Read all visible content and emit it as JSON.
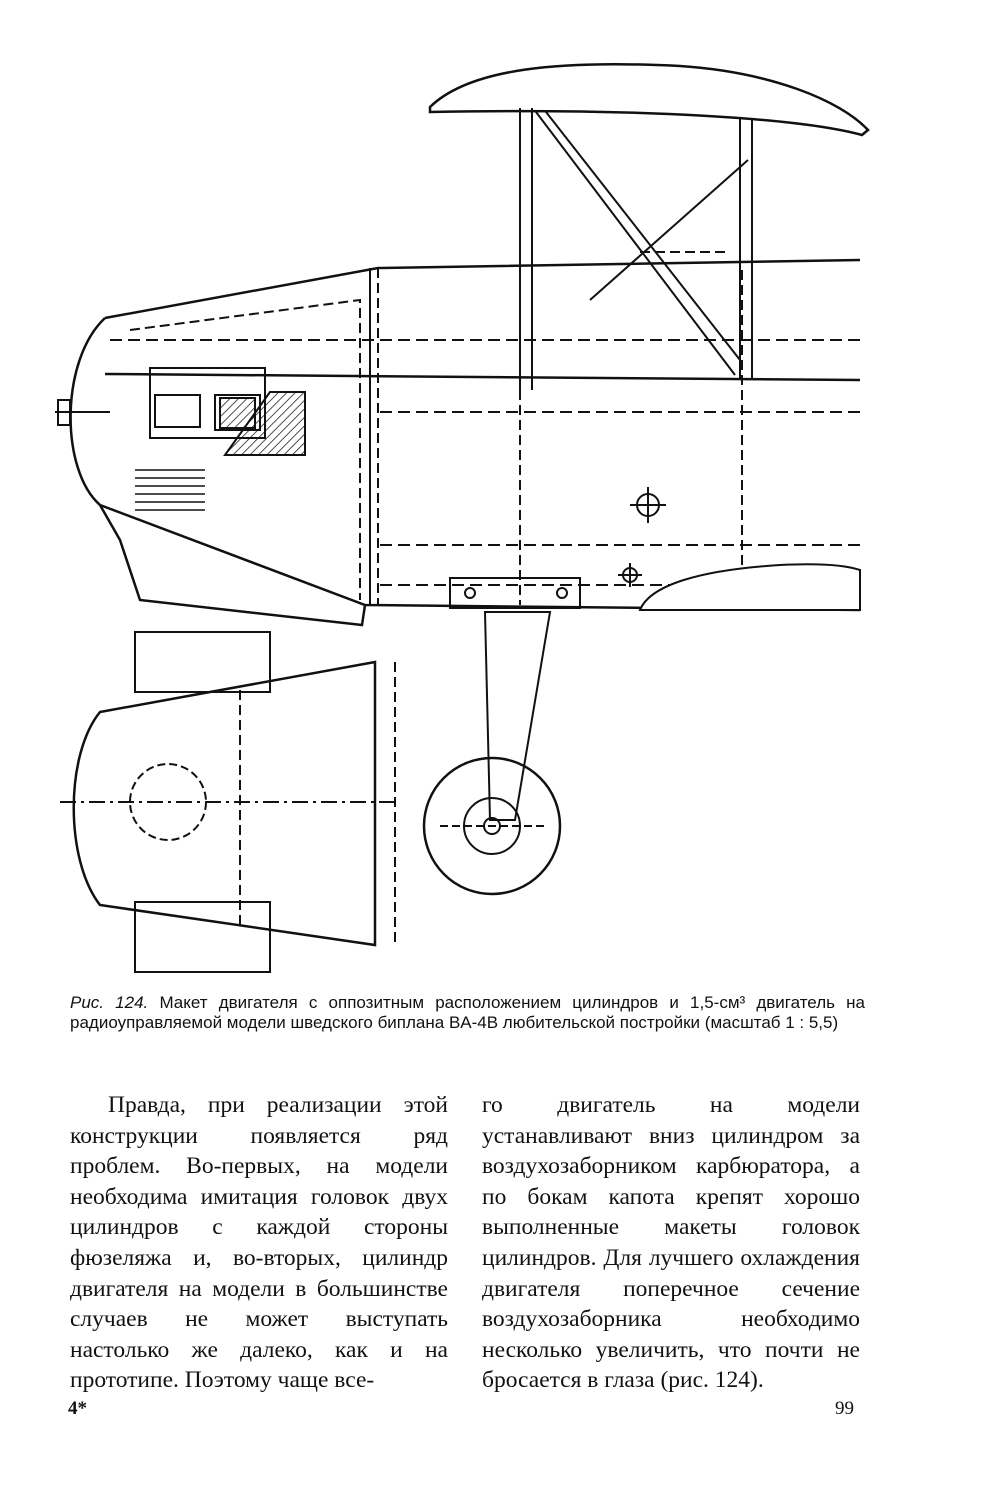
{
  "figure": {
    "caption_label": "Рис. 124.",
    "caption_text": "Макет двигателя с оппозитным расположением цилиндров и 1,5-см³ двигатель на радиоуправляемой модели шведского биплана BA-4B любительской постройки (масштаб 1 : 5,5)"
  },
  "body": {
    "left_column": "Правда, при реализации этой конструкции появляется ряд проблем. Во-первых, на модели необходима имитация головок двух цилиндров с каждой стороны фюзеляжа и, во-вторых, цилиндр двигателя на модели в большинстве случаев не может выступать настолько же далеко, как и на прототипе. Поэтому чаще все-",
    "right_column": "го двигатель на модели устанавливают вниз цилиндром за воздухозаборником карбюратора, а по бокам капота крепят хорошо выполненные макеты головок цилиндров. Для лучшего охлаждения двигателя поперечное сечение воздухозаборника необходимо несколько увеличить, что почти не бросается в глаза (рис. 124)."
  },
  "footer": {
    "signature_mark": "4*",
    "page_number": "99"
  }
}
